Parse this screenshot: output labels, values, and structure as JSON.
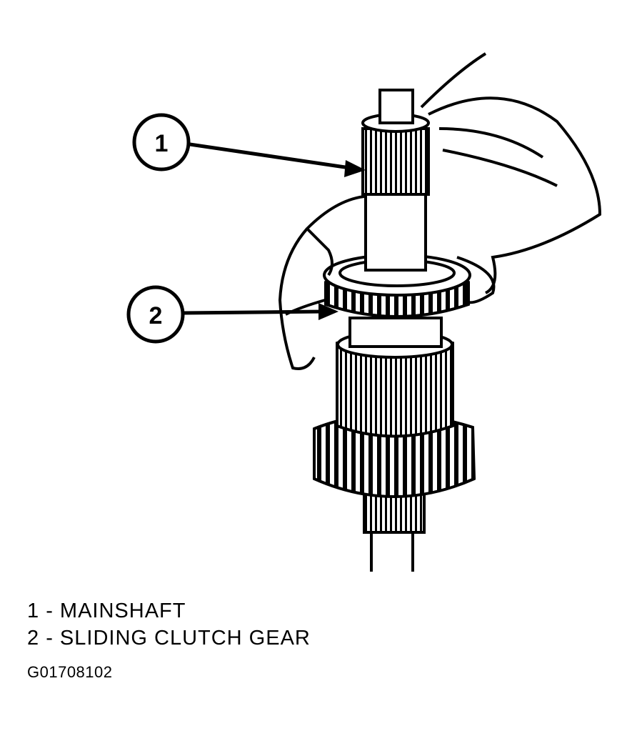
{
  "callouts": [
    {
      "number": "1",
      "label": "MAINSHAFT"
    },
    {
      "number": "2",
      "label": "SLIDING CLUTCH GEAR"
    }
  ],
  "legend": {
    "separator": " - "
  },
  "figure_id": "G01708102"
}
